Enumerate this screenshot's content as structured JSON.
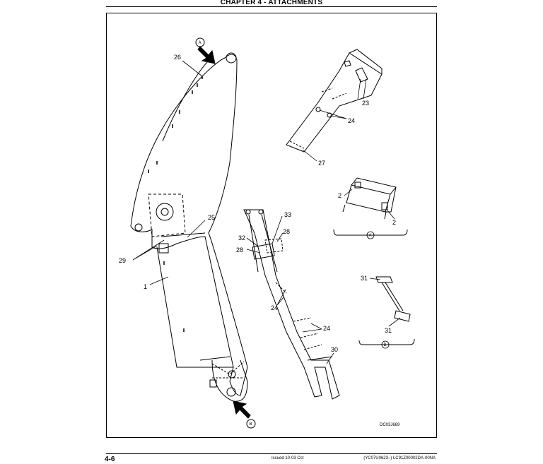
{
  "header": {
    "chapter_title": "CHAPTER 4 - ATTACHMENTS"
  },
  "drawing": {
    "callouts": {
      "c1": "1",
      "c2a": "2",
      "c2b": "2",
      "c23": "23",
      "c24a": "24",
      "c24b": "24",
      "c24c": "24",
      "c25": "25",
      "c26": "26",
      "c27": "27",
      "c28a": "28",
      "c28b": "28",
      "c29": "29",
      "c30": "30",
      "c31a": "31",
      "c31b": "31",
      "c32": "32",
      "c33": "33"
    },
    "view_markers": {
      "a_top": "A",
      "a_section": "A",
      "b_bottom": "B",
      "b_section": "B"
    },
    "drawing_code": "DC03J669"
  },
  "footer": {
    "page_number": "4-6",
    "issued": "Issued 10-03   Cst",
    "doc_code": "(YC07U0623–)   LC91Z00002DA-00NA"
  }
}
